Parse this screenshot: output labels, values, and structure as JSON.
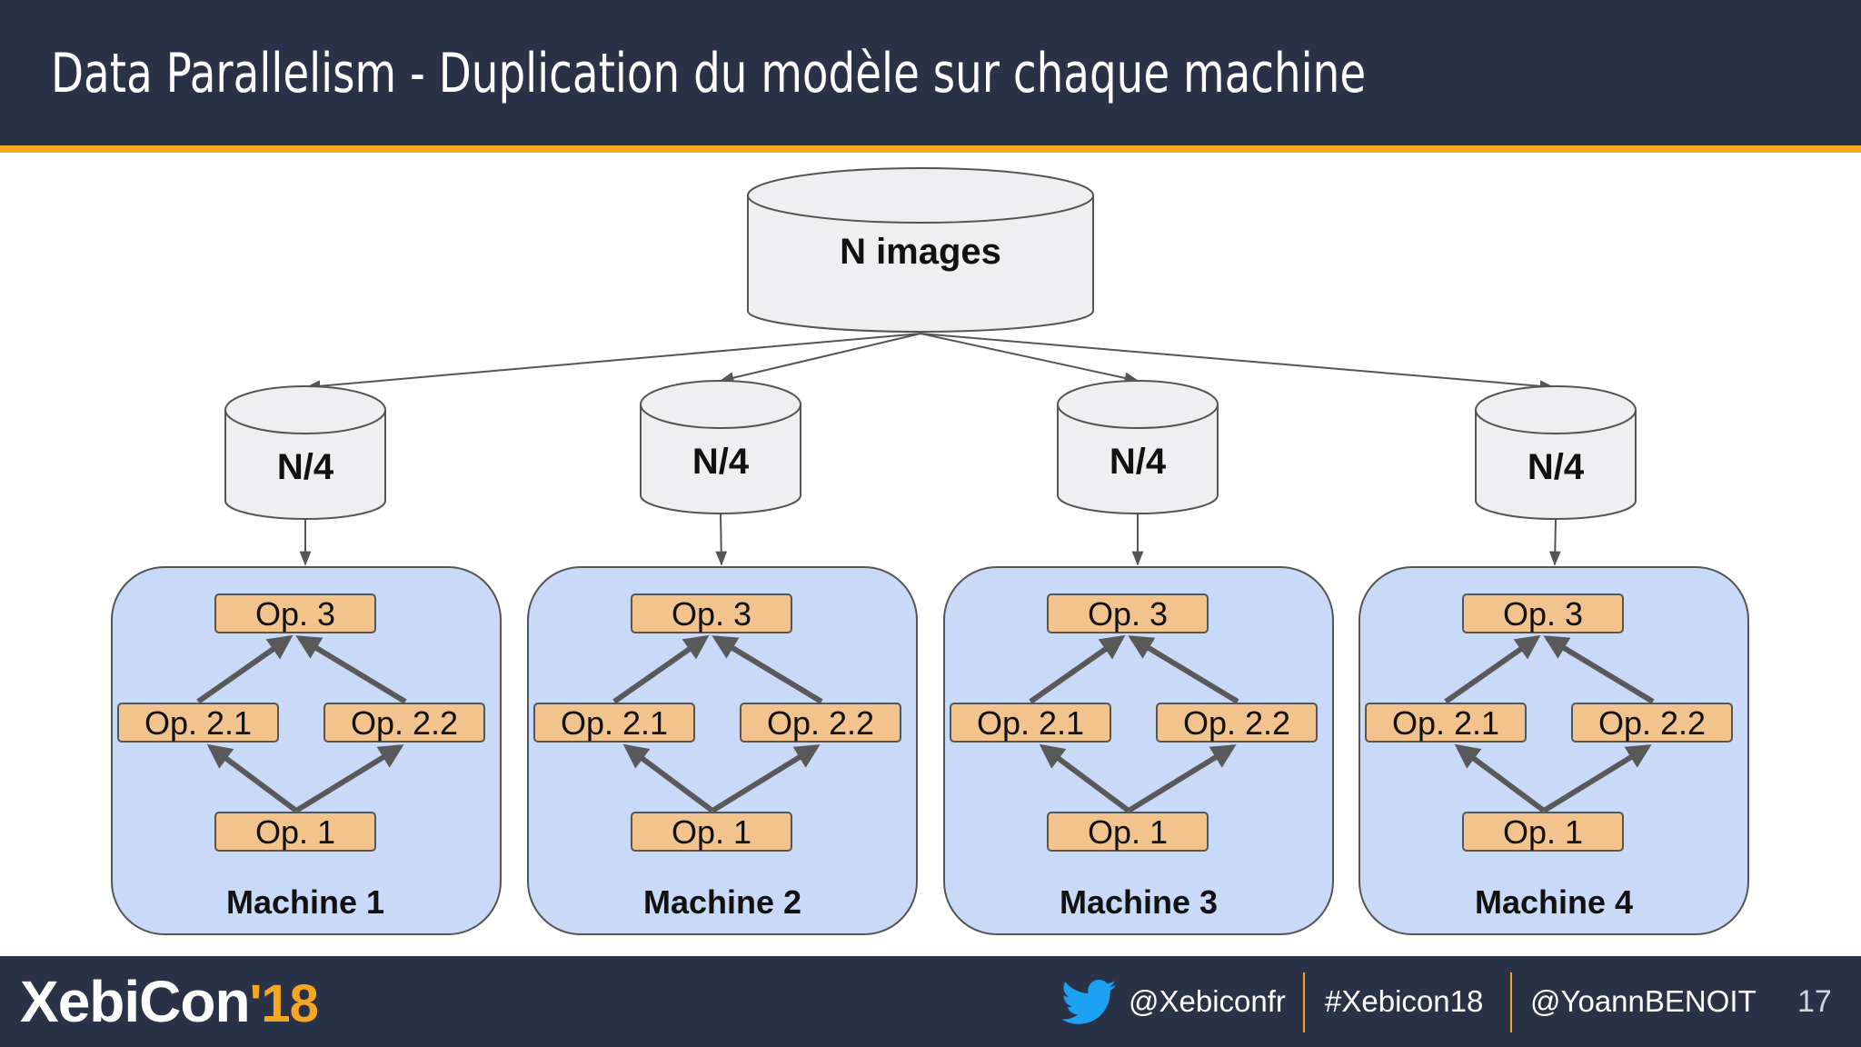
{
  "slide": {
    "title": "Data Parallelism - Duplication du modèle sur chaque machine",
    "page_number": "17"
  },
  "colors": {
    "header_bg": "#2a3247",
    "accent": "#f5a623",
    "machine_fill": "#c9daf8",
    "op_fill": "#f2c38c",
    "cylinder_fill": "#efeff1"
  },
  "diagram": {
    "source": {
      "label": "N images"
    },
    "shards": [
      {
        "label": "N/4"
      },
      {
        "label": "N/4"
      },
      {
        "label": "N/4"
      },
      {
        "label": "N/4"
      }
    ],
    "machines": [
      {
        "name": "Machine 1",
        "op3": "Op. 3",
        "op21": "Op. 2.1",
        "op22": "Op. 2.2",
        "op1": "Op. 1"
      },
      {
        "name": "Machine 2",
        "op3": "Op. 3",
        "op21": "Op. 2.1",
        "op22": "Op. 2.2",
        "op1": "Op. 1"
      },
      {
        "name": "Machine 3",
        "op3": "Op. 3",
        "op21": "Op. 2.1",
        "op22": "Op. 2.2",
        "op1": "Op. 1"
      },
      {
        "name": "Machine 4",
        "op3": "Op. 3",
        "op21": "Op. 2.1",
        "op22": "Op. 2.2",
        "op1": "Op. 1"
      }
    ]
  },
  "footer": {
    "logo_text": "XebiCon",
    "logo_year": "'18",
    "handles": [
      "@Xebiconfr",
      "#Xebicon18",
      "@YoannBENOIT"
    ],
    "icon": "twitter-bird-icon"
  }
}
